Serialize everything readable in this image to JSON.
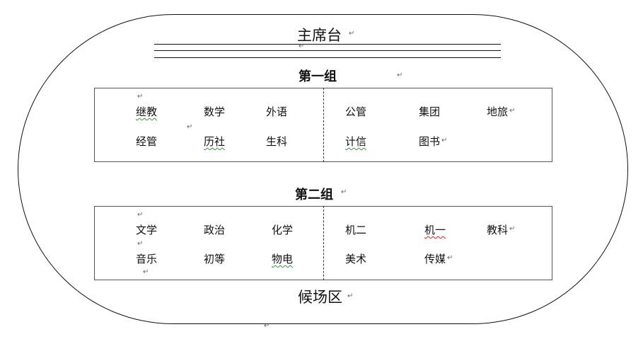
{
  "layout_title": "主席台",
  "waiting_area": "候场区",
  "return_mark": "↵",
  "groups": [
    {
      "title": "第一组",
      "left_row1": [
        "继教",
        "数学",
        "外语"
      ],
      "left_row2": [
        "经管",
        "历社",
        "生科"
      ],
      "right_row1": [
        "公管",
        "集团",
        "地旅"
      ],
      "right_row2": [
        "计信",
        "图书"
      ]
    },
    {
      "title": "第二组",
      "left_row1": [
        "文学",
        "政治",
        "化学"
      ],
      "left_row2": [
        "音乐",
        "初等",
        "物电"
      ],
      "right_row1": [
        "机二",
        "机一",
        "教科"
      ],
      "right_row2": [
        "美术",
        "传媒"
      ]
    }
  ]
}
